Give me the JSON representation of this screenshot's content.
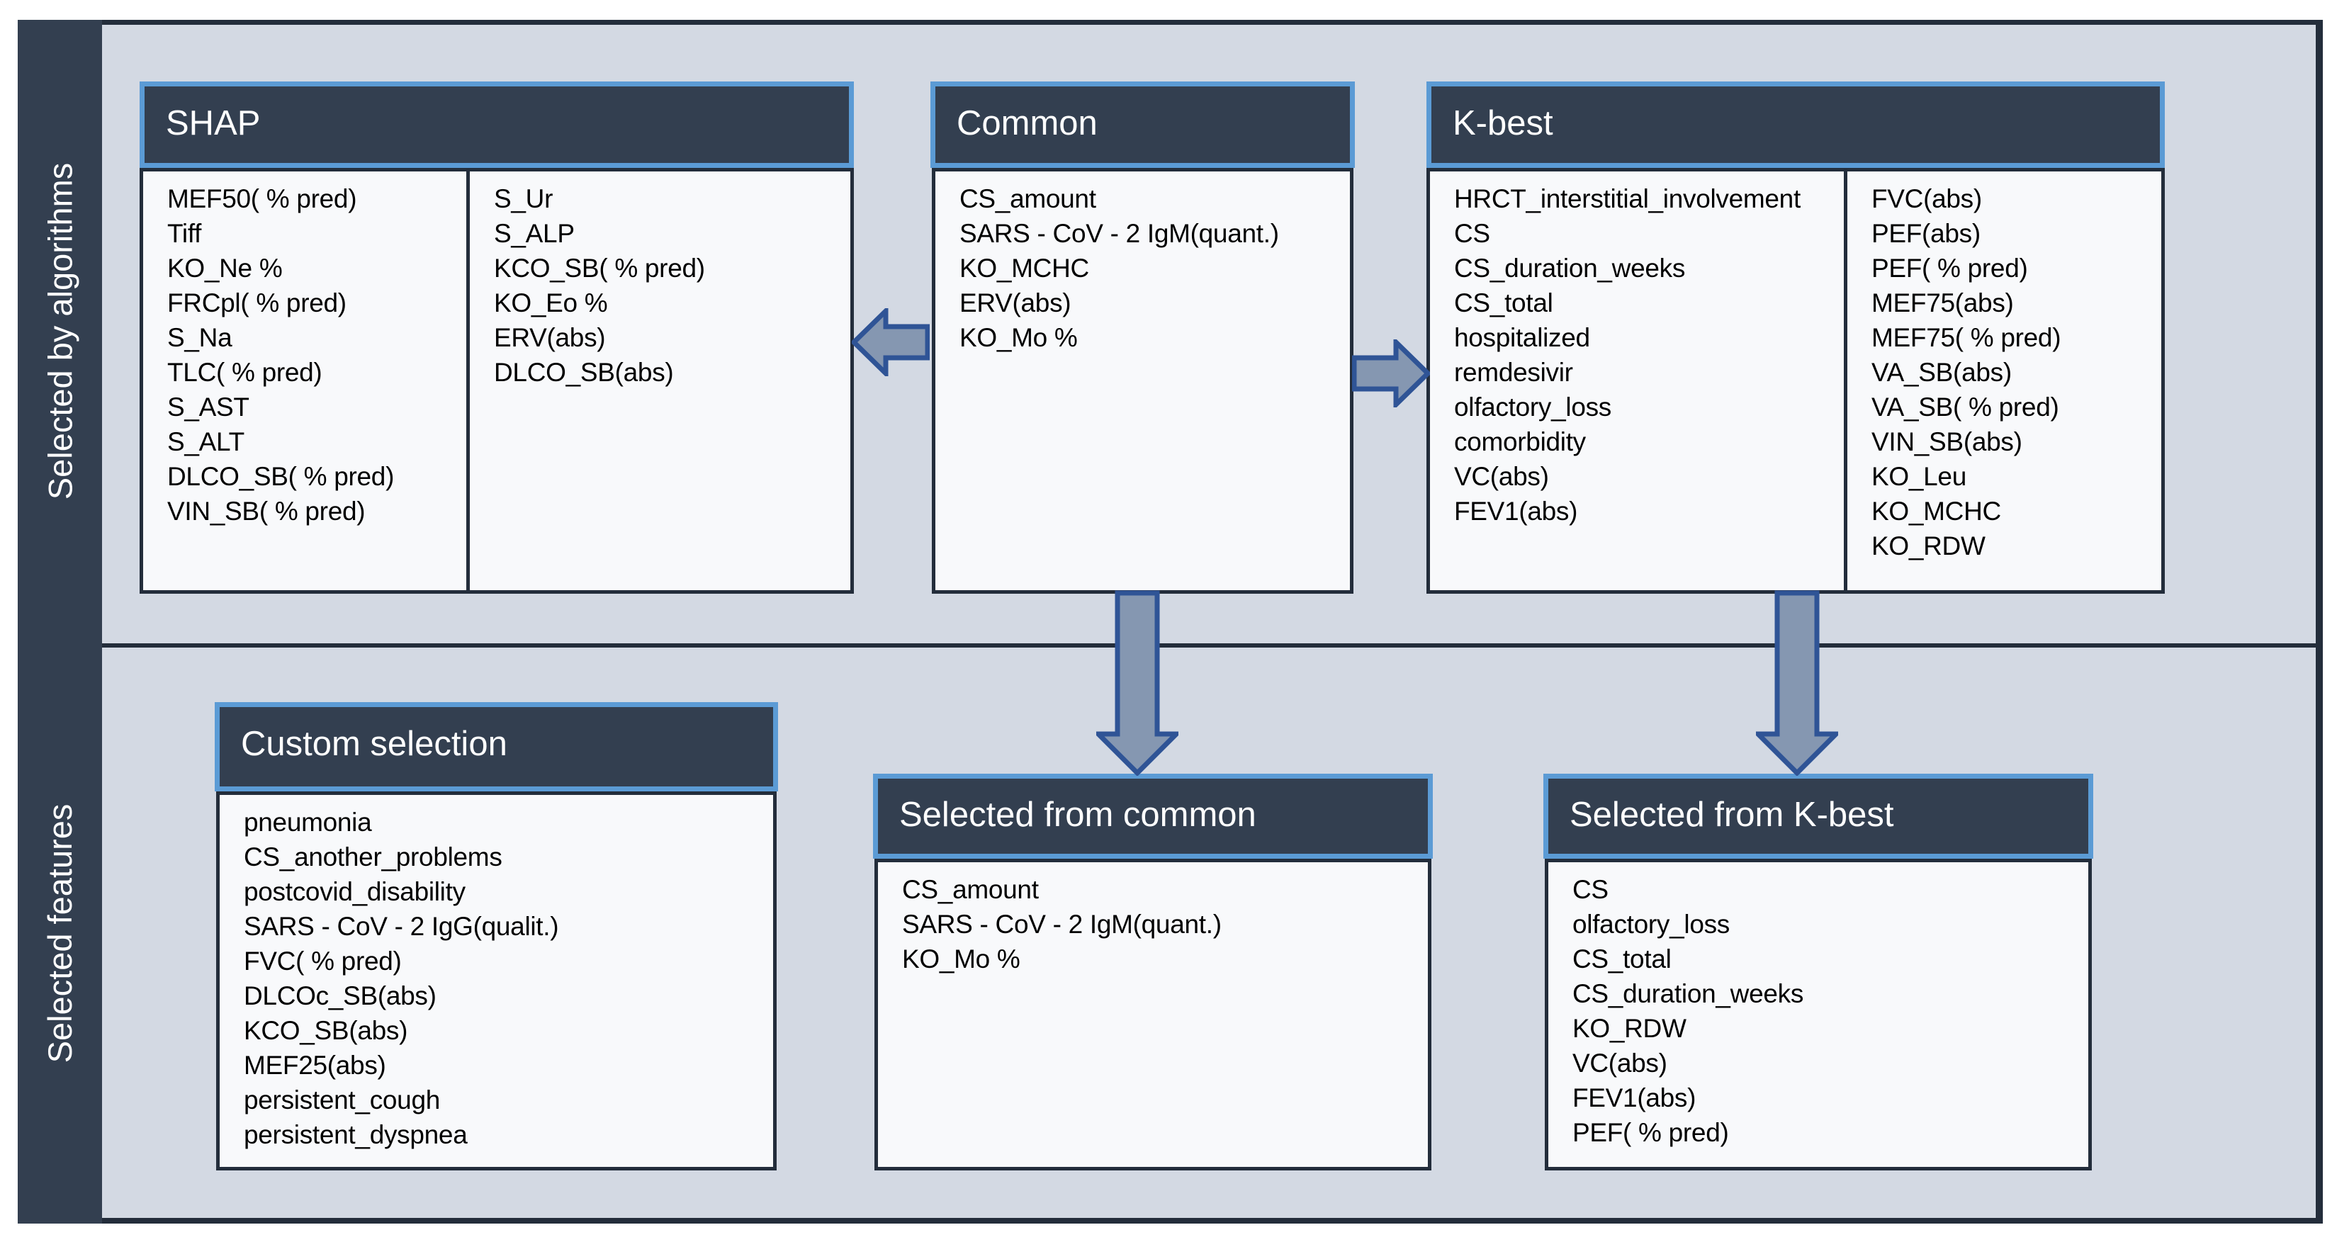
{
  "sidebar": {
    "top_label": "Selected by algorithms",
    "bottom_label": "Selected features"
  },
  "boxes": {
    "shap": {
      "title": "SHAP",
      "columns": [
        [
          "MEF50( % pred)",
          "Tiff",
          "KO_Ne %",
          "FRCpl( % pred)",
          "S_Na",
          "TLC( % pred)",
          "S_AST",
          "S_ALT",
          "DLCO_SB( % pred)",
          "VIN_SB( % pred)"
        ],
        [
          "S_Ur",
          "S_ALP",
          "KCO_SB( % pred)",
          "KO_Eo %",
          "ERV(abs)",
          "DLCO_SB(abs)"
        ]
      ]
    },
    "common": {
      "title": "Common",
      "items": [
        "CS_amount",
        "SARS - CoV - 2 IgM(quant.)",
        "KO_MCHC",
        "ERV(abs)",
        "KO_Mo %"
      ]
    },
    "kbest": {
      "title": "K-best",
      "columns": [
        [
          "HRCT_interstitial_involvement",
          "CS",
          "CS_duration_weeks",
          "CS_total",
          "hospitalized",
          "remdesivir",
          "olfactory_loss",
          "comorbidity",
          "VC(abs)",
          "FEV1(abs)"
        ],
        [
          "FVC(abs)",
          "PEF(abs)",
          "PEF( % pred)",
          "MEF75(abs)",
          "MEF75( % pred)",
          "VA_SB(abs)",
          "VA_SB( % pred)",
          "VIN_SB(abs)",
          "KO_Leu",
          "KO_MCHC",
          "KO_RDW"
        ]
      ]
    },
    "custom": {
      "title": "Custom selection",
      "items": [
        "pneumonia",
        "CS_another_problems",
        "postcovid_disability",
        "SARS - CoV - 2 IgG(qualit.)",
        "FVC( % pred)",
        "DLCOc_SB(abs)",
        "KCO_SB(abs)",
        "MEF25(abs)",
        "persistent_cough",
        "persistent_dyspnea"
      ]
    },
    "selected_common": {
      "title": "Selected from common",
      "items": [
        "CS_amount",
        "SARS - CoV - 2 IgM(quant.)",
        "KO_Mo %"
      ]
    },
    "selected_kbest": {
      "title": "Selected from K-best",
      "items": [
        "CS",
        "olfactory_loss",
        "CS_total",
        "CS_duration_weeks",
        "KO_RDW",
        "VC(abs)",
        "FEV1(abs)",
        "PEF( % pred)"
      ]
    }
  },
  "arrows": [
    {
      "icon": "arrow-left-icon",
      "direction": "left",
      "from": "Common",
      "to": "SHAP"
    },
    {
      "icon": "arrow-right-icon",
      "direction": "right",
      "from": "Common",
      "to": "K-best"
    },
    {
      "icon": "arrow-down-icon",
      "direction": "down",
      "from": "Common",
      "to": "Selected from common"
    },
    {
      "icon": "arrow-down-icon",
      "direction": "down",
      "from": "K-best",
      "to": "Selected from K-best"
    }
  ],
  "colors": {
    "page_background": "#ffffff",
    "panel_background": "#d3d9e3",
    "header_fill": "#333f50",
    "border_dark": "#232d3b",
    "accent_blue": "#5b9bd5",
    "list_background": "#f8f9fb",
    "arrow_fill": "#8597b1",
    "arrow_outline": "#2f5496",
    "header_text": "#ffffff",
    "list_text": "#000000"
  }
}
